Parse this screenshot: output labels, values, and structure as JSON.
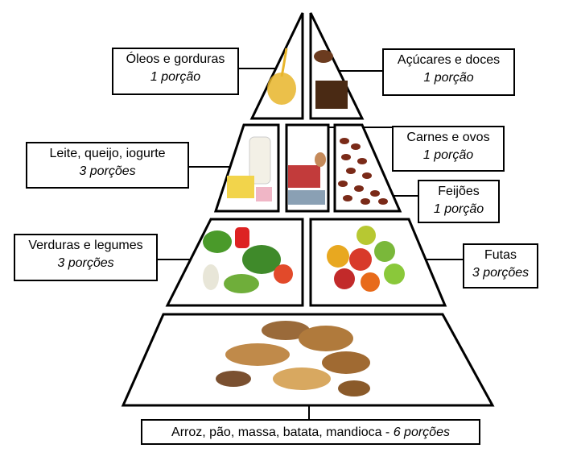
{
  "levels": {
    "oleos": {
      "name": "Óleos e gorduras",
      "portion": "1 porção",
      "color": "#e0a81c"
    },
    "acucares": {
      "name": "Açúcares e doces",
      "portion": "1 porção",
      "color": "#6b3b1f"
    },
    "leite": {
      "name": "Leite, queijo, iogurte",
      "portion": "3 porções",
      "color": "#f2d44b"
    },
    "carnes": {
      "name": "Carnes e ovos",
      "portion": "1 porção",
      "color": "#c23b3b"
    },
    "feijoes": {
      "name": "Feijões",
      "portion": "1 porção",
      "color": "#7a2a18"
    },
    "verduras": {
      "name": "Verduras e legumes",
      "portion": "3 porções",
      "color": "#3f8a2a"
    },
    "frutas": {
      "name": "Futas",
      "portion": "3 porções",
      "color": "#d84a2a"
    },
    "base": {
      "name": "Arroz, pão, massa, batata, mandioca - ",
      "portion": "6 porções",
      "color": "#b07a3c"
    }
  },
  "colors": {
    "outline": "#000000",
    "background": "#ffffff"
  }
}
